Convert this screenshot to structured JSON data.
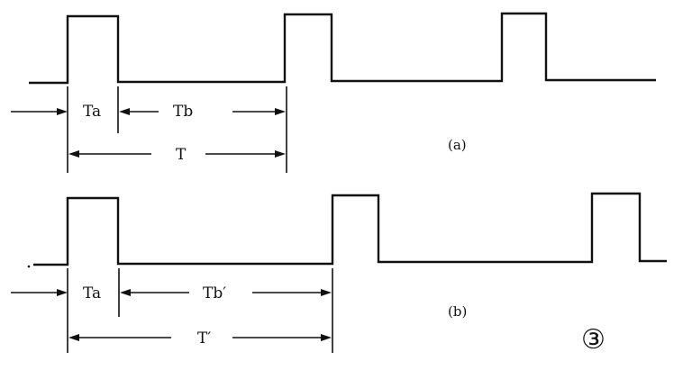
{
  "panel_a": {
    "label_ta": "Ta",
    "label_tb": "Tb",
    "label_t": "T",
    "caption": "(a)"
  },
  "panel_b": {
    "label_ta": "Ta",
    "label_tb": "Tb′",
    "label_t": "T′",
    "caption": "(b)"
  },
  "figure_number": "③"
}
